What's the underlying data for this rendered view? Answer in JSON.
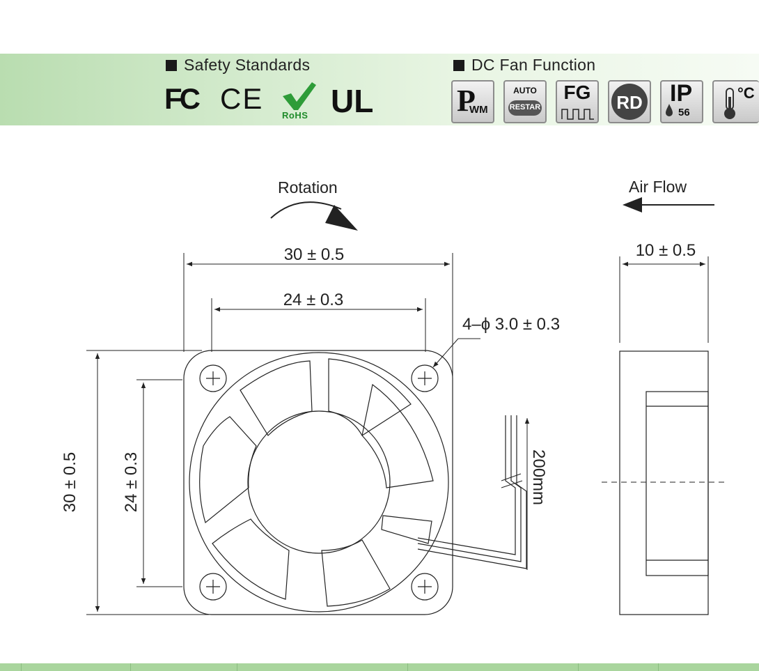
{
  "header": {
    "safety_title": "Safety Standards",
    "function_title": "DC Fan Function",
    "certifications": {
      "fc": "FC",
      "ce": "CE",
      "rohs": "RoHS",
      "ul": "UL"
    },
    "functions": {
      "pwm_p": "P",
      "pwm_wm": "WM",
      "auto": "AUTO",
      "restart": "RESTAR",
      "fg": "FG",
      "rd": "RD",
      "ip": "IP",
      "ip_rating": "56",
      "temp_unit": "°C"
    }
  },
  "drawing": {
    "rotation_label": "Rotation",
    "airflow_label": "Air Flow",
    "dim_width_outer": "30 ± 0.5",
    "dim_width_holes": "24 ± 0.3",
    "dim_height_outer": "30 ± 0.5",
    "dim_height_holes": "24 ± 0.3",
    "dim_hole": "4–ϕ 3.0 ± 0.3",
    "dim_depth": "10 ± 0.5",
    "dim_cable": "200mm"
  },
  "colors": {
    "band_green": "#b9ddb0",
    "rohs_green": "#1f8b2a",
    "line": "#222222"
  }
}
